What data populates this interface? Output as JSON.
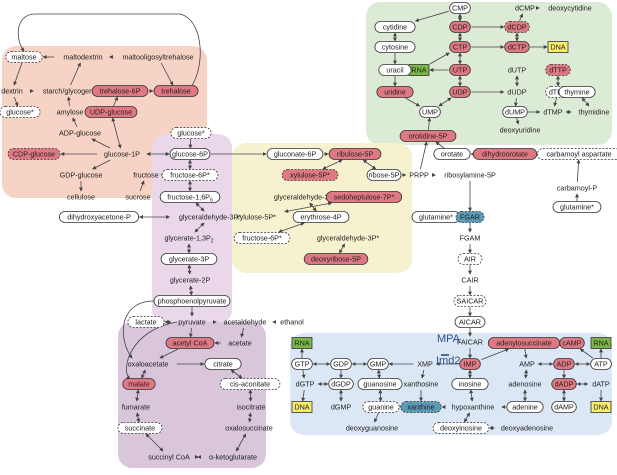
{
  "regions": [
    {
      "id": "pyrimidine-region",
      "color": "#dcebd6"
    },
    {
      "id": "sugar-region",
      "color": "#f7d3c6"
    },
    {
      "id": "glycolysis-region",
      "color": "#ead7ea"
    },
    {
      "id": "ppp-region",
      "color": "#f6f2cf"
    },
    {
      "id": "tca-region",
      "color": "#d9c6db"
    },
    {
      "id": "purine-region",
      "color": "#dbe7f4"
    }
  ],
  "styles": {
    "red": {
      "fill": "#e07883",
      "stroke": "#333",
      "dash": false
    },
    "white": {
      "fill": "#ffffff",
      "stroke": "#333",
      "dash": false
    },
    "dashed": {
      "fill": "#ffffff",
      "stroke": "#333",
      "dash": true
    },
    "reddash": {
      "fill": "#e07883",
      "stroke": "#333",
      "dash": true
    },
    "blue": {
      "fill": "#5b9bb6",
      "stroke": "#333",
      "dash": true
    },
    "green": {
      "fill": "#7ab648",
      "stroke": "#333",
      "dash": false
    },
    "yellow": {
      "fill": "#f7ee6a",
      "stroke": "#333",
      "dash": false
    }
  },
  "nodes": [
    {
      "id": "cmp",
      "text": "CMP",
      "style": "white"
    },
    {
      "id": "dcmp",
      "text": "dCMP",
      "style": "none"
    },
    {
      "id": "deoxycytidine",
      "text": "deoxycytidine",
      "style": "none"
    },
    {
      "id": "cytidine",
      "text": "cytidine",
      "style": "white"
    },
    {
      "id": "cdp",
      "text": "CDP",
      "style": "red"
    },
    {
      "id": "dcdp",
      "text": "dCDP",
      "style": "reddash"
    },
    {
      "id": "cytosine",
      "text": "cytosine",
      "style": "white"
    },
    {
      "id": "ctp",
      "text": "CTP",
      "style": "red"
    },
    {
      "id": "dctp",
      "text": "dCTP",
      "style": "red"
    },
    {
      "id": "dna-top",
      "text": "DNA",
      "style": "yellow"
    },
    {
      "id": "rna-top",
      "text": "RNA",
      "style": "green"
    },
    {
      "id": "utp",
      "text": "UTP",
      "style": "red"
    },
    {
      "id": "dutp",
      "text": "dUTP",
      "style": "none"
    },
    {
      "id": "dttp",
      "text": "dTTP",
      "style": "reddash"
    },
    {
      "id": "uracil",
      "text": "uracil",
      "style": "white"
    },
    {
      "id": "uridine",
      "text": "uridine",
      "style": "red"
    },
    {
      "id": "udp",
      "text": "UDP",
      "style": "red"
    },
    {
      "id": "dudp",
      "text": "dUDP",
      "style": "none"
    },
    {
      "id": "dtdp",
      "text": "dTDP",
      "style": "dashed"
    },
    {
      "id": "thymine",
      "text": "thymine",
      "style": "white"
    },
    {
      "id": "ump",
      "text": "UMP",
      "style": "white"
    },
    {
      "id": "dump",
      "text": "dUMP",
      "style": "white"
    },
    {
      "id": "dtmp",
      "text": "dTMP",
      "style": "none"
    },
    {
      "id": "thymidine",
      "text": "thymidine",
      "style": "none"
    },
    {
      "id": "deoxyuridine",
      "text": "deoxyuridine",
      "style": "none"
    },
    {
      "id": "orotidine",
      "text": "orotidine-5P",
      "style": "red"
    },
    {
      "id": "orotate",
      "text": "orotate",
      "style": "white"
    },
    {
      "id": "dihydroorotate",
      "text": "dihydroorotate",
      "style": "red"
    },
    {
      "id": "carbamoyl-aspartate",
      "text": "carbamoyl aspartate",
      "style": "dashed"
    },
    {
      "id": "carbamoyl-p",
      "text": "carbamoyl-P",
      "style": "none"
    },
    {
      "id": "glutamine-r",
      "text": "glutamine*",
      "style": "white"
    },
    {
      "id": "maltose",
      "text": "maltose",
      "style": "dashed"
    },
    {
      "id": "maltodextrin",
      "text": "maltodextrin",
      "style": "none"
    },
    {
      "id": "maltooligosyltrehalose",
      "text": "maltooligosyltrehalose",
      "style": "none"
    },
    {
      "id": "dextrin",
      "text": "dextrin",
      "style": "none"
    },
    {
      "id": "starch",
      "text": "starch/glycogen",
      "style": "none"
    },
    {
      "id": "trehalose6p",
      "text": "trehalose-6P",
      "style": "red"
    },
    {
      "id": "trehalose",
      "text": "trehalose",
      "style": "red"
    },
    {
      "id": "glucose-l",
      "text": "glucose*",
      "style": "dashed"
    },
    {
      "id": "amylose",
      "text": "amylose",
      "style": "none"
    },
    {
      "id": "udp-glucose",
      "text": "UDP-glucose",
      "style": "red"
    },
    {
      "id": "adp-glucose",
      "text": "ADP-glucose",
      "style": "none"
    },
    {
      "id": "glucose-c",
      "text": "glucose*",
      "style": "dashed"
    },
    {
      "id": "cdp-glucose",
      "text": "CDP-glucose",
      "style": "reddash"
    },
    {
      "id": "glucose1p",
      "text": "glucose-1P",
      "style": "none"
    },
    {
      "id": "glucose6p",
      "text": "glucose-6P",
      "style": "white"
    },
    {
      "id": "gluconate6p",
      "text": "gluconate-6P",
      "style": "white"
    },
    {
      "id": "ribulose5p",
      "text": "ribulose-5P",
      "style": "red"
    },
    {
      "id": "gdp-glucose",
      "text": "GDP-glucose",
      "style": "none"
    },
    {
      "id": "fructose",
      "text": "fructose",
      "style": "none"
    },
    {
      "id": "fructose6p-a",
      "text": "fructose-6P*",
      "style": "dashed"
    },
    {
      "id": "xylulose5p-a",
      "text": "xylulose-5P*",
      "style": "reddash"
    },
    {
      "id": "ribose5p",
      "text": "ribose-5P",
      "style": "white"
    },
    {
      "id": "prpp",
      "text": "PRPP",
      "style": "none"
    },
    {
      "id": "ribosylamine",
      "text": "ribosylamine-5P",
      "style": "none"
    },
    {
      "id": "cellulose",
      "text": "cellulose",
      "style": "none"
    },
    {
      "id": "sucrose",
      "text": "sucrose",
      "style": "none"
    },
    {
      "id": "fructose16p",
      "text": "fructose-1,6P",
      "style": "white"
    },
    {
      "id": "glyceraldehyde3p-a",
      "text": "glyceraldehyde-3P*",
      "style": "none"
    },
    {
      "id": "sedoheptulose7p",
      "text": "sedoheptulose-7P*",
      "style": "red"
    },
    {
      "id": "dhap",
      "text": "dihydroxyacetone-P",
      "style": "white"
    },
    {
      "id": "glyceraldehyde3p-g",
      "text": "glyceraldehyde-3P*",
      "style": "none"
    },
    {
      "id": "xylulose5p-b",
      "text": "xylulose-5P*",
      "style": "none"
    },
    {
      "id": "erythrose4p",
      "text": "erythrose-4P",
      "style": "white"
    },
    {
      "id": "glutamine-c",
      "text": "glutamine*",
      "style": "white"
    },
    {
      "id": "fgar",
      "text": "FGAR",
      "style": "blue"
    },
    {
      "id": "glycerate13p",
      "text": "glycerate-1,3P",
      "style": "none"
    },
    {
      "id": "fructose6p-b",
      "text": "fructose-6P*",
      "style": "dashed"
    },
    {
      "id": "glyceraldehyde3p-b",
      "text": "glyceraldehyde-3P*",
      "style": "none"
    },
    {
      "id": "fgam",
      "text": "FGAM",
      "style": "none"
    },
    {
      "id": "glycerate3p",
      "text": "glycerate-3P",
      "style": "white"
    },
    {
      "id": "deoxyribose5p",
      "text": "deoxyribose-5P",
      "style": "red"
    },
    {
      "id": "air",
      "text": "AIR",
      "style": "dashed"
    },
    {
      "id": "glycerate2p",
      "text": "glycerate-2P",
      "style": "none"
    },
    {
      "id": "cair",
      "text": "CAIR",
      "style": "none"
    },
    {
      "id": "pep",
      "text": "phosphoenolpyruvate",
      "style": "white"
    },
    {
      "id": "saicar",
      "text": "SAICAR",
      "style": "dashed"
    },
    {
      "id": "aicar",
      "text": "AICAR",
      "style": "white"
    },
    {
      "id": "lactate",
      "text": "lactate",
      "style": "dashed"
    },
    {
      "id": "pyruvate",
      "text": "pyruvate",
      "style": "none"
    },
    {
      "id": "acetaldehyde",
      "text": "acetaldehyde",
      "style": "none"
    },
    {
      "id": "ethanol",
      "text": "ethanol",
      "style": "none"
    },
    {
      "id": "faicar",
      "text": "FAICAR",
      "style": "none"
    },
    {
      "id": "acetylcoa",
      "text": "acetyl CoA",
      "style": "red"
    },
    {
      "id": "acetate",
      "text": "acetate",
      "style": "none"
    },
    {
      "id": "rna-gtp",
      "text": "RNA",
      "style": "green"
    },
    {
      "id": "adenylosuccinate",
      "text": "adenylosuccinate",
      "style": "red"
    },
    {
      "id": "camp",
      "text": "cAMP",
      "style": "red"
    },
    {
      "id": "rna-atp",
      "text": "RNA",
      "style": "green"
    },
    {
      "id": "oxaloacetate",
      "text": "oxaloacetate",
      "style": "none"
    },
    {
      "id": "citrate",
      "text": "citrate",
      "style": "white"
    },
    {
      "id": "gtp",
      "text": "GTP",
      "style": "white"
    },
    {
      "id": "gdp",
      "text": "GDP",
      "style": "white"
    },
    {
      "id": "gmp",
      "text": "GMP",
      "style": "white"
    },
    {
      "id": "xmp",
      "text": "XMP",
      "style": "none"
    },
    {
      "id": "imp",
      "text": "IMP",
      "style": "red"
    },
    {
      "id": "amp",
      "text": "AMP",
      "style": "none"
    },
    {
      "id": "adp",
      "text": "ADP",
      "style": "red"
    },
    {
      "id": "atp",
      "text": "ATP",
      "style": "white"
    },
    {
      "id": "malate",
      "text": "malate",
      "style": "red"
    },
    {
      "id": "cis-aconitate",
      "text": "cis-aconitate",
      "style": "dashed"
    },
    {
      "id": "dgtp",
      "text": "dGTP",
      "style": "none"
    },
    {
      "id": "dgdp",
      "text": "dGDP",
      "style": "white"
    },
    {
      "id": "guanosine",
      "text": "guanosine",
      "style": "white"
    },
    {
      "id": "xanthosine",
      "text": "xanthosine",
      "style": "none"
    },
    {
      "id": "inosine",
      "text": "inosine",
      "style": "white"
    },
    {
      "id": "adenosine",
      "text": "adenosine",
      "style": "none"
    },
    {
      "id": "dadp",
      "text": "dADP",
      "style": "red"
    },
    {
      "id": "datp",
      "text": "dATP",
      "style": "none"
    },
    {
      "id": "fumarate",
      "text": "fumarate",
      "style": "none"
    },
    {
      "id": "isocitrate",
      "text": "isocitrate",
      "style": "none"
    },
    {
      "id": "dna-g",
      "text": "DNA",
      "style": "yellow"
    },
    {
      "id": "dgmp",
      "text": "dGMP",
      "style": "none"
    },
    {
      "id": "guanine",
      "text": "guanine",
      "style": "dashed"
    },
    {
      "id": "xanthine",
      "text": "xanthine",
      "style": "blue"
    },
    {
      "id": "hypoxanthine",
      "text": "hypoxanthine",
      "style": "none"
    },
    {
      "id": "adenine",
      "text": "adenine",
      "style": "white"
    },
    {
      "id": "damp",
      "text": "dAMP",
      "style": "white"
    },
    {
      "id": "dna-a",
      "text": "DNA",
      "style": "yellow"
    },
    {
      "id": "succinate",
      "text": "succinate",
      "style": "dashed"
    },
    {
      "id": "oxalosuccinate",
      "text": "oxalosuccinate",
      "style": "none"
    },
    {
      "id": "deoxyguanosine",
      "text": "deoxyguanosine",
      "style": "none"
    },
    {
      "id": "deoxyinosine",
      "text": "deoxyinosine",
      "style": "dashed"
    },
    {
      "id": "deoxyadenosine",
      "text": "deoxyadenosine",
      "style": "none"
    },
    {
      "id": "succinylcoa",
      "text": "succinyl CoA",
      "style": "none"
    },
    {
      "id": "akg",
      "text": "α-ketoglutarate",
      "style": "none"
    }
  ],
  "annotations": {
    "mpa": "MPA",
    "imd2": "Imd2",
    "color": "#2f4e8f"
  }
}
